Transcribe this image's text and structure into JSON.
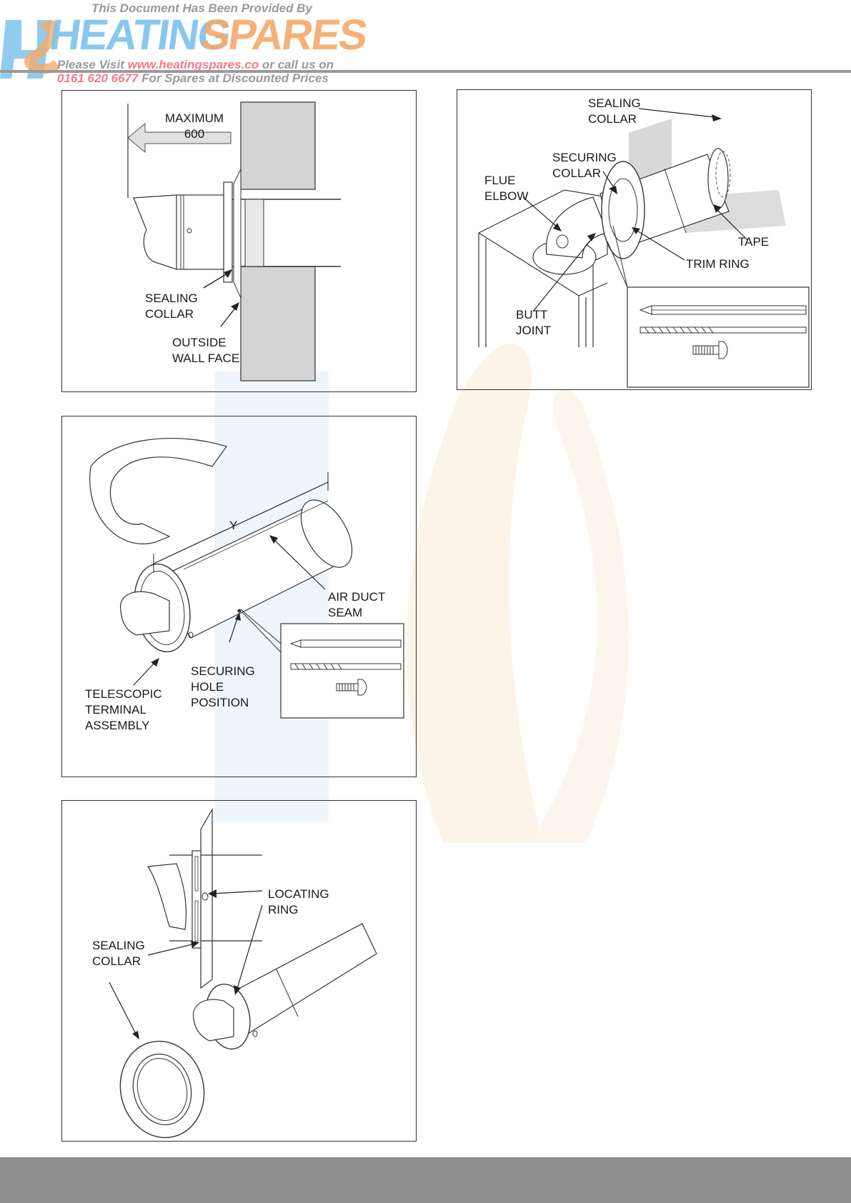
{
  "header": {
    "provided_by": "This Document Has Been Provided By",
    "brand_word_1": "HEATING",
    "brand_word_2": "SPARES",
    "visit_prefix": "Please Visit ",
    "visit_url": "www.heatingspares.co",
    "visit_suffix": " or call us on",
    "phone": "0161 620 6677",
    "phone_suffix": " For Spares at Discounted Prices"
  },
  "figures": {
    "wall_terminal": {
      "maximum_1": "MAXIMUM",
      "maximum_2": "600",
      "sealing_collar_1": "SEALING",
      "sealing_collar_2": "COLLAR",
      "outside_wall_1": "OUTSIDE",
      "outside_wall_2": "WALL FACE"
    },
    "boiler_assembly": {
      "sealing_collar_1": "SEALING",
      "sealing_collar_2": "COLLAR",
      "securing_collar_1": "SECURING",
      "securing_collar_2": "COLLAR",
      "flue_elbow_1": "FLUE",
      "flue_elbow_2": "ELBOW",
      "tape": "TAPE",
      "trim_ring": "TRIM RING",
      "butt_joint_1": "BUTT",
      "butt_joint_2": "JOINT"
    },
    "telescopic": {
      "y": "Y",
      "air_duct_1": "AIR DUCT",
      "air_duct_2": "SEAM",
      "securing_hole_1": "SECURING",
      "securing_hole_2": "HOLE",
      "securing_hole_3": "POSITION",
      "telescopic_1": "TELESCOPIC",
      "telescopic_2": "TERMINAL",
      "telescopic_3": "ASSEMBLY"
    },
    "locating": {
      "locating_ring_1": "LOCATING",
      "locating_ring_2": "RING",
      "sealing_collar_1": "SEALING",
      "sealing_collar_2": "COLLAR"
    }
  },
  "icons": [
    "pencil-icon",
    "drill-bit-icon",
    "screw-icon"
  ],
  "colors": {
    "brand_blue": "#7cc3ea",
    "brand_orange": "#f5a96a",
    "accent_pink": "#f07b88",
    "footer_grey": "#8e8e8e"
  }
}
